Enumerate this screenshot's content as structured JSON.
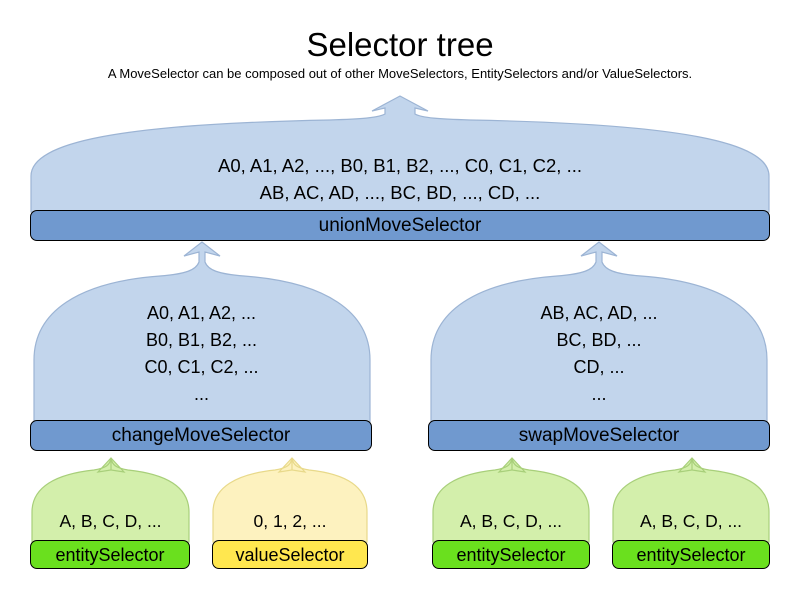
{
  "header": {
    "title": "Selector tree",
    "subtitle": "A MoveSelector can be composed out of other MoveSelectors, EntitySelectors and/or ValueSelectors."
  },
  "colors": {
    "blue_bar": "#7099cf",
    "blue_body": "#c2d5ec",
    "green_bar": "#6ae01e",
    "green_body": "#d3efab",
    "yellow_bar": "#ffe74f",
    "yellow_body": "#fdf2bf",
    "outline": "#000000",
    "balloon_outline_blue": "#9cb4d4",
    "balloon_outline_green": "#a8cf7a",
    "balloon_outline_yellow": "#e8d98a",
    "background": "#ffffff"
  },
  "nodes": {
    "union": {
      "label": "unionMoveSelector",
      "lines": [
        "A0, A1, A2, ..., B0, B1, B2, ..., C0, C1, C2, ...",
        "AB, AC, AD, ..., BC, BD, ..., CD, ..."
      ],
      "kind": "move-selector"
    },
    "change": {
      "label": "changeMoveSelector",
      "lines": [
        "A0, A1, A2, ...",
        "B0, B1, B2, ...",
        "C0, C1, C2, ...",
        "..."
      ],
      "kind": "move-selector"
    },
    "swap": {
      "label": "swapMoveSelector",
      "lines": [
        "AB, AC, AD, ...",
        "BC, BD, ...",
        "CD, ...",
        "..."
      ],
      "kind": "move-selector"
    },
    "leaf1": {
      "label": "entitySelector",
      "lines": [
        "A, B, C, D, ..."
      ],
      "kind": "entity-selector"
    },
    "leaf2": {
      "label": "valueSelector",
      "lines": [
        "0, 1, 2, ..."
      ],
      "kind": "value-selector"
    },
    "leaf3": {
      "label": "entitySelector",
      "lines": [
        "A, B, C, D, ..."
      ],
      "kind": "entity-selector"
    },
    "leaf4": {
      "label": "entitySelector",
      "lines": [
        "A, B, C, D, ..."
      ],
      "kind": "entity-selector"
    }
  }
}
